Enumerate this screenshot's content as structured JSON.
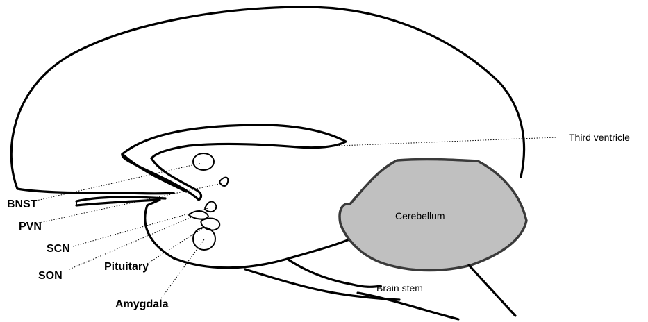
{
  "colors": {
    "outline": "#000000",
    "cerebellum_fill": "#c0c0c0",
    "cerebellum_stroke": "#3a3a3a",
    "background": "#ffffff"
  },
  "labels": {
    "third_ventricle": "Third ventricle",
    "cerebellum": "Cerebellum",
    "brain_stem": "Brain stem",
    "bnst": "BNST",
    "pvn": "PVN",
    "scn": "SCN",
    "son": "SON",
    "pituitary": "Pituitary",
    "amygdala": "Amygdala"
  }
}
